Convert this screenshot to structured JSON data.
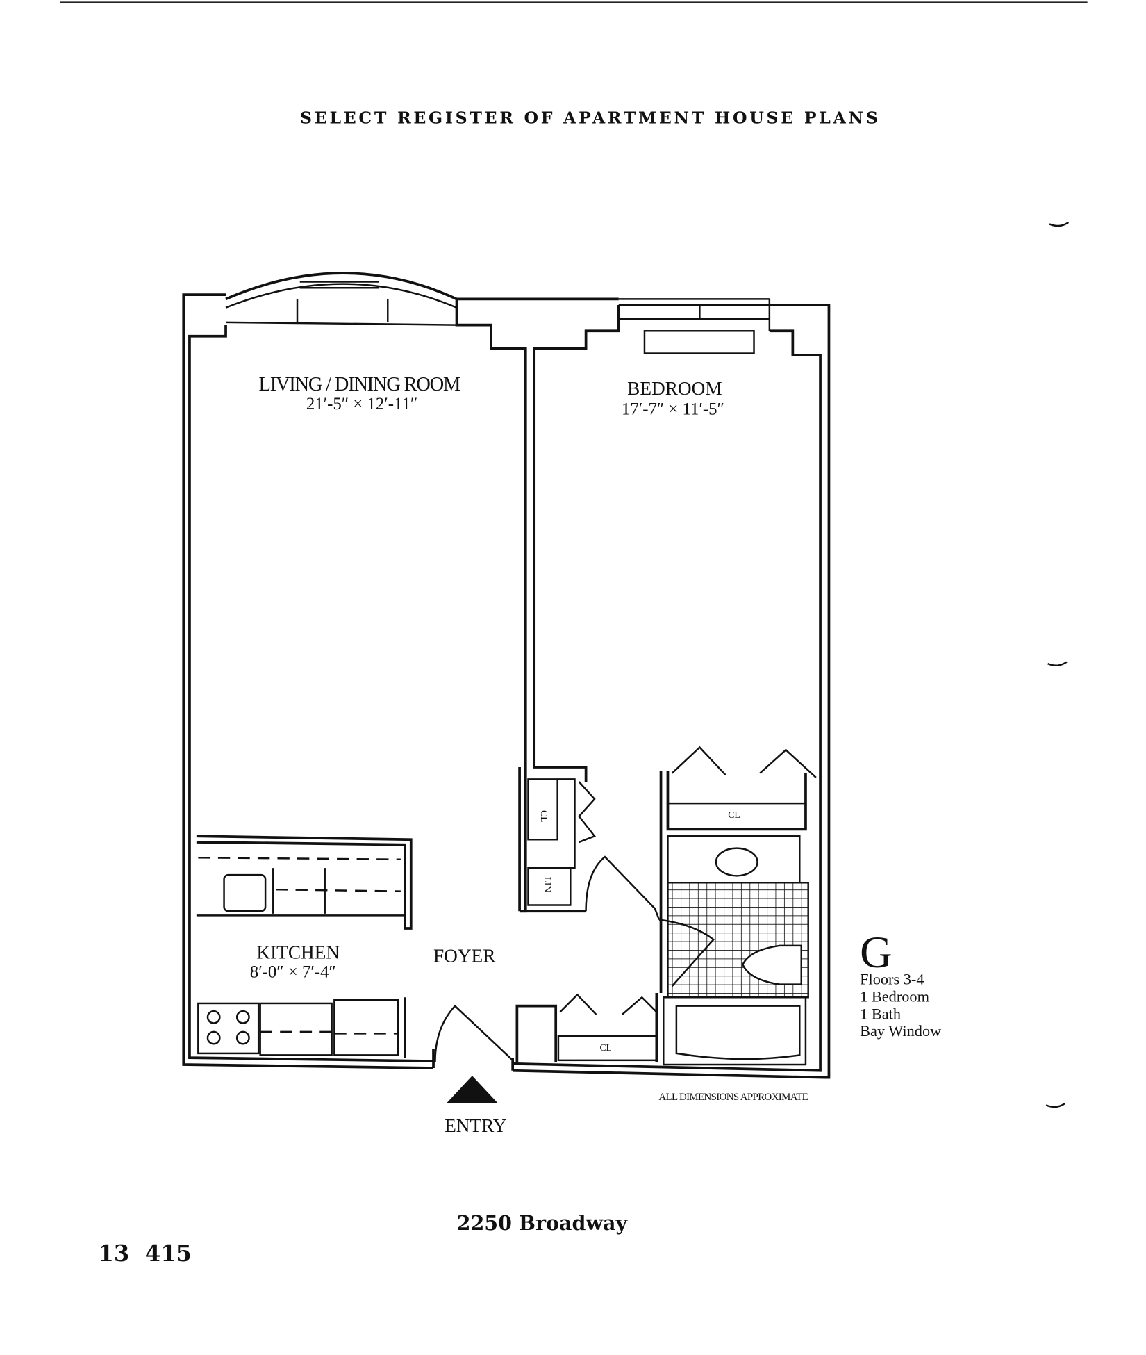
{
  "header": {
    "title": "SELECT REGISTER OF APARTMENT HOUSE PLANS"
  },
  "rooms": {
    "living": {
      "name": "LIVING / DINING ROOM",
      "dims": "21′-5″ × 12′-11″"
    },
    "bedroom": {
      "name": "BEDROOM",
      "dims": "17′-7″ × 11′-5″"
    },
    "kitchen": {
      "name": "KITCHEN",
      "dims": "8′-0″ × 7′-4″"
    },
    "foyer": {
      "name": "FOYER"
    },
    "closet_label": "CL",
    "linen_label": "LIN"
  },
  "entry_label": "ENTRY",
  "note": "ALL DIMENSIONS APPROXIMATE",
  "unit": {
    "letter": "G",
    "details": [
      "Floors 3-4",
      "1 Bedroom",
      "1 Bath",
      "Bay Window"
    ]
  },
  "footer": {
    "address": "2250 Broadway",
    "page_ref": "13  415"
  }
}
